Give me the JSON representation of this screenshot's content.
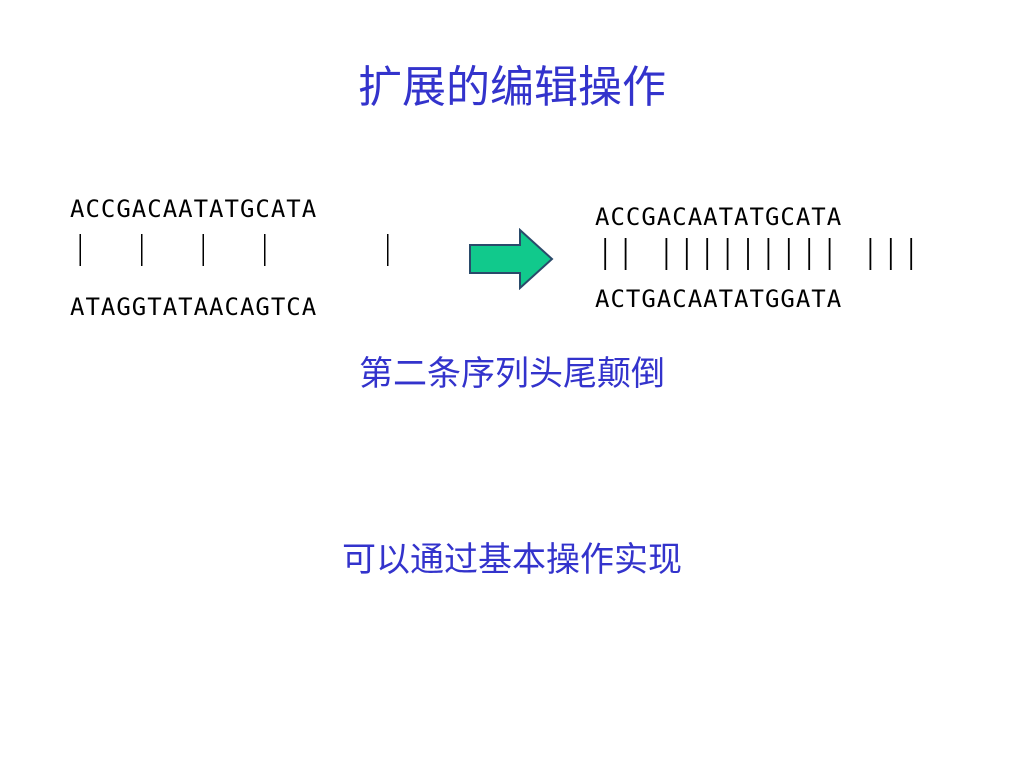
{
  "slide": {
    "title": "扩展的编辑操作",
    "left_alignment": {
      "top_sequence": "ACCGACAATATGCATA",
      "match_marks": "|  |  |  |     |",
      "bottom_sequence": "ATAGGTATAACAGTCA"
    },
    "right_alignment": {
      "top_sequence": "ACCGACAATATGCATA",
      "match_marks": "|| ||||||||| |||",
      "bottom_sequence": "ACTGACAATATGGATA"
    },
    "arrow_icon": "right-arrow-icon",
    "arrow_color": "#11c98c",
    "note_reverse": "第二条序列头尾颠倒",
    "note_basic_ops": "可以通过基本操作实现",
    "text_color": "#3333cc"
  }
}
